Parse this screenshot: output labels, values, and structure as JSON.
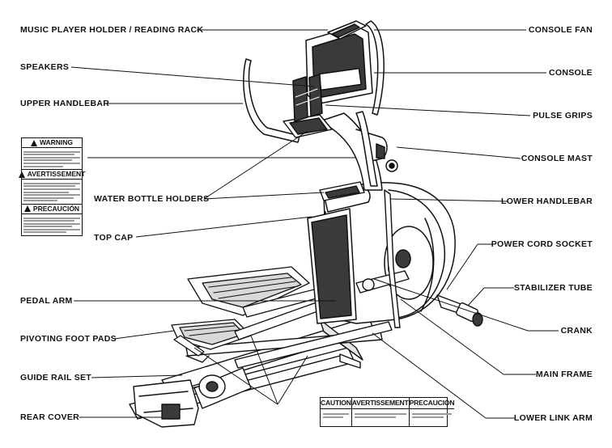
{
  "labels": {
    "music_holder": "MUSIC PLAYER HOLDER / READING RACK",
    "speakers": "SPEAKERS",
    "upper_handlebar": "UPPER HANDLEBAR",
    "water_bottle": "WATER BOTTLE HOLDERS",
    "top_cap": "TOP CAP",
    "pedal_arm": "PEDAL ARM",
    "pivoting_foot_pads": "PIVOTING FOOT PADS",
    "guide_rail_set": "GUIDE RAIL SET",
    "rear_cover": "REAR COVER",
    "console_fan": "CONSOLE FAN",
    "console": "CONSOLE",
    "pulse_grips": "PULSE GRIPS",
    "console_mast": "CONSOLE MAST",
    "lower_handlebar": "LOWER HANDLEBAR",
    "power_cord_socket": "POWER CORD SOCKET",
    "stabilizer_tube": "STABILIZER TUBE",
    "crank": "CRANK",
    "main_frame": "MAIN FRAME",
    "lower_link_arm": "LOWER LINK ARM"
  },
  "warning_label": {
    "warning": "WARNING",
    "avertissement": "AVERTISSEMENT",
    "precaucion": "PRECAUCIÓN"
  },
  "caution_label": {
    "caution": "CAUTION",
    "avertissement": "AVERTISSEMENT",
    "precaucion": "PRECAUCIÓN"
  },
  "colors": {
    "line": "#111111",
    "fill": "#ffffff",
    "shade": "#d9d9d9",
    "dark": "#3a3a3a"
  }
}
